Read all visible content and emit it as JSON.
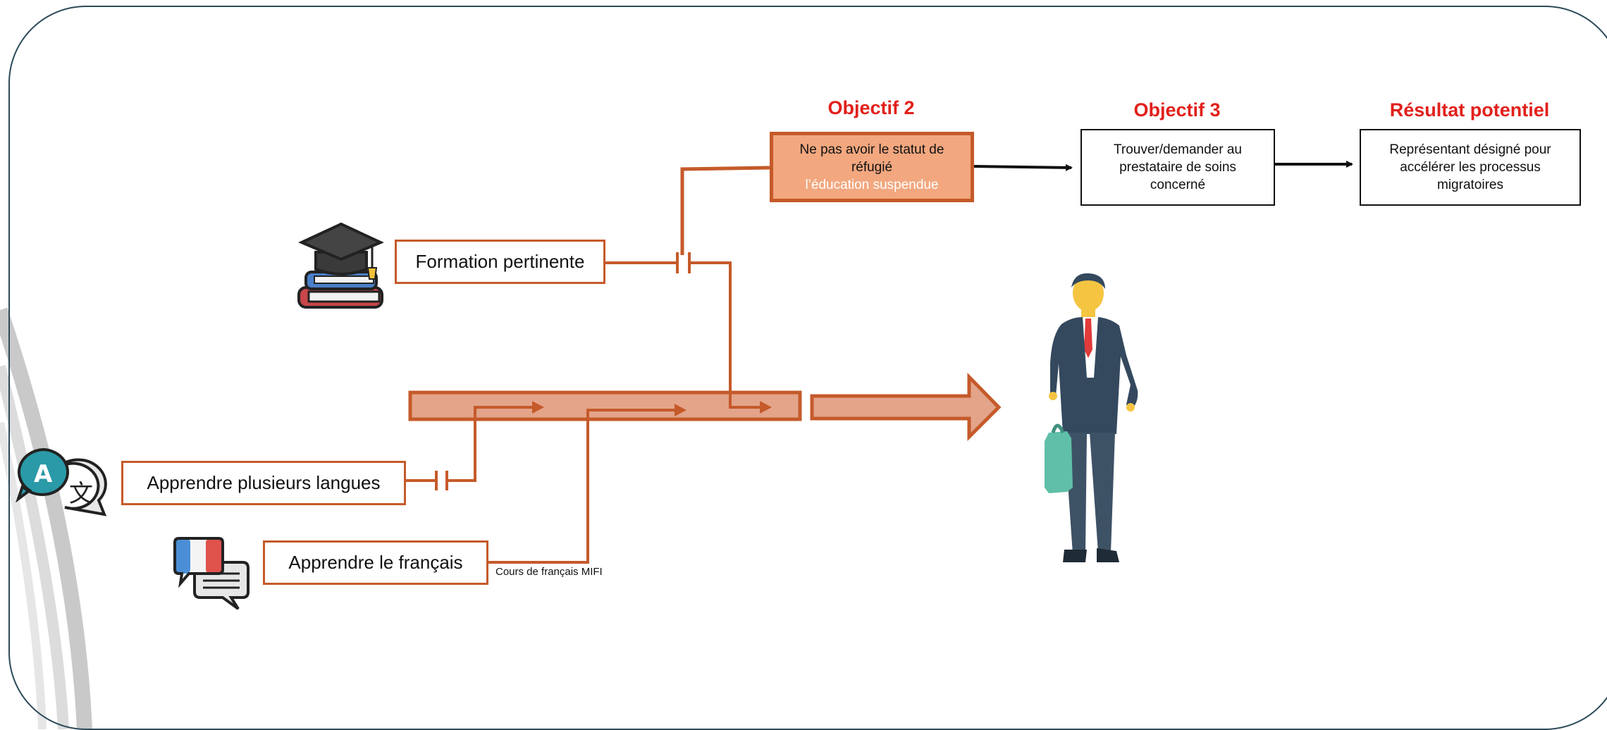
{
  "objectives": {
    "objectif2": {
      "title": "Objectif 2",
      "line1": "Ne pas avoir le statut de",
      "line2": "réfugié",
      "line3": "l’éducation suspendue"
    },
    "objectif3": {
      "title": "Objectif 3",
      "line1": "Trouver/demander au",
      "line2": "prestataire de soins",
      "line3": "concerné"
    },
    "resultat": {
      "title": "Résultat potentiel",
      "line1": "Représentant désigné pour",
      "line2": "accélérer les processus",
      "line3": "migratoires"
    }
  },
  "inputs": {
    "formation": "Formation pertinente",
    "langues": "Apprendre plusieurs langues",
    "francais": "Apprendre le français",
    "francais_note": "Cours de français MIFI"
  },
  "icons": {
    "graduation": "graduation-cap-books-icon",
    "translate": "translate-bubbles-icon",
    "french_chat": "french-flag-chat-icon",
    "person": "businessman-with-briefcase-icon"
  },
  "colors": {
    "accent": "#c55a2a",
    "fill": "#e3a48a",
    "objective_fill": "#f2a77f",
    "title_red": "#e1201b",
    "frame": "#2c4a5a"
  }
}
